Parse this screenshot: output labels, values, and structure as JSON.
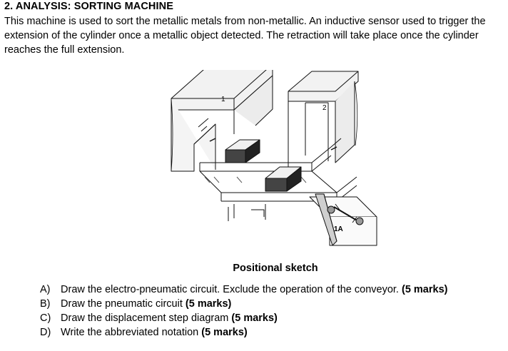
{
  "section": {
    "title": "2. ANALYSIS: SORTING MACHINE",
    "description": "This machine is used to sort the metallic metals from non-metallic. An inductive sensor used to trigger the extension of the cylinder once a metallic object detected. The retraction will take place once the cylinder reaches the full extension."
  },
  "figure": {
    "label_conveyor_1": "1",
    "label_conveyor_2": "2",
    "label_cylinder": "1A",
    "caption": "Positional sketch"
  },
  "questions": [
    {
      "letter": "A)",
      "text": "Draw the electro-pneumatic circuit. Exclude the operation of the conveyor.",
      "marks": "(5 marks)"
    },
    {
      "letter": "B)",
      "text": "Draw the pneumatic circuit",
      "marks": "(5 marks)"
    },
    {
      "letter": "C)",
      "text": "Draw the displacement step diagram",
      "marks": "(5 marks)"
    },
    {
      "letter": "D)",
      "text": "Write the abbreviated notation",
      "marks": "(5 marks)"
    }
  ]
}
